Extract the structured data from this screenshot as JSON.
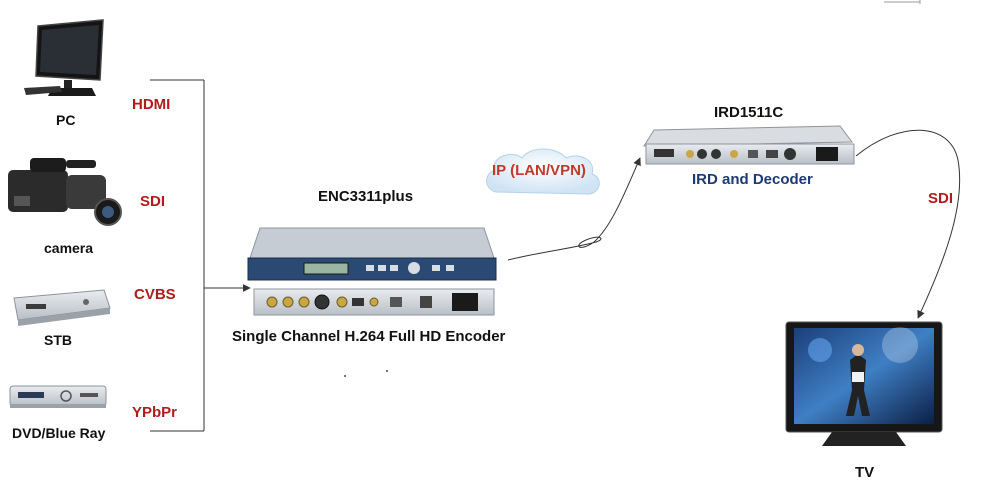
{
  "sources": [
    {
      "label": "PC",
      "signal": "HDMI"
    },
    {
      "label": "camera",
      "signal": "SDI"
    },
    {
      "label": "STB",
      "signal": "CVBS"
    },
    {
      "label": "DVD/Blue Ray",
      "signal": "YPbPr"
    }
  ],
  "encoder": {
    "model": "ENC3311plus",
    "description": "Single Channel H.264 Full HD Encoder"
  },
  "network": {
    "label": "IP (LAN/VPN)"
  },
  "ird": {
    "model": "IRD1511C",
    "description": "IRD and Decoder"
  },
  "output": {
    "signal": "SDI",
    "label": "TV"
  },
  "colors": {
    "signal_red": "#b01c1c",
    "ird_blue": "#1e3a72",
    "encoder_panel_blue": "#2a4a73",
    "cloud_fill": "#dcebf7"
  }
}
